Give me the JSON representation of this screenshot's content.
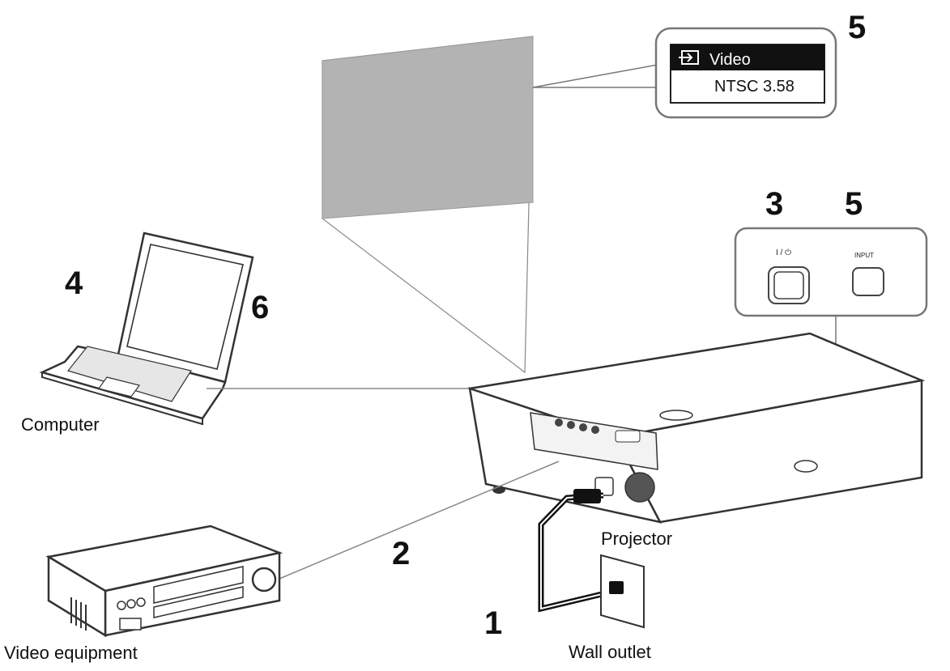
{
  "steps": {
    "outlet": "1",
    "cable": "2",
    "power_button": "3",
    "computer": "4",
    "input_button": "5",
    "osd": "5",
    "computer_output": "6"
  },
  "labels": {
    "computer": "Computer",
    "projector": "Projector",
    "video_equipment": "Video equipment",
    "wall_outlet": "Wall outlet"
  },
  "osd": {
    "input_name": "Video",
    "signal": "NTSC 3.58"
  },
  "control_panel": {
    "power_label": "I / ⏻",
    "input_label": "INPUT"
  },
  "icons": {
    "input_icon": "input-arrow-icon",
    "power_icon": "power-icon"
  }
}
